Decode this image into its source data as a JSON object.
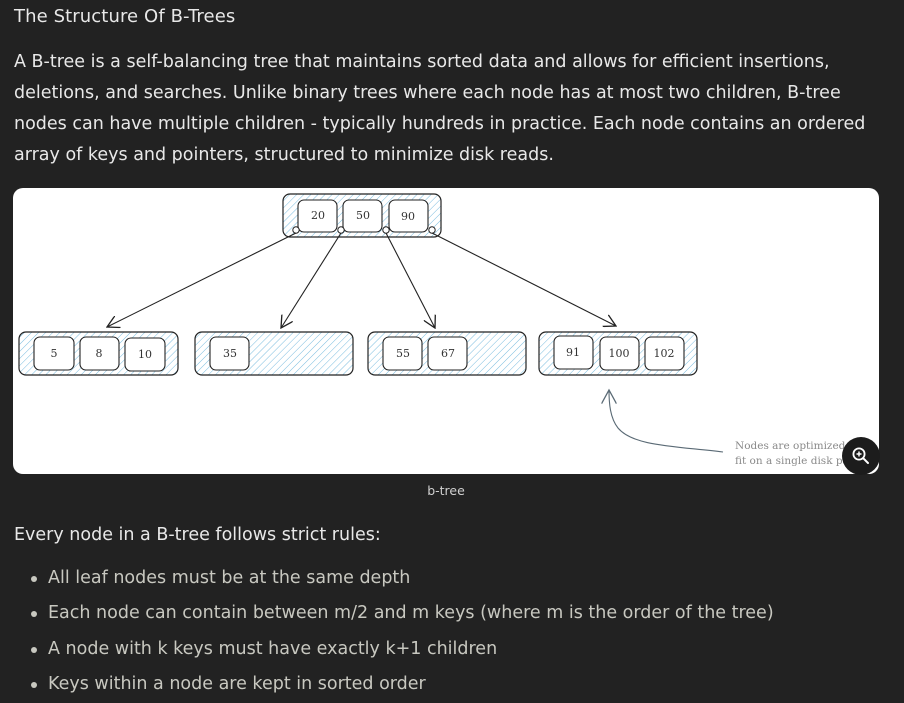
{
  "title": "The Structure Of B-Trees",
  "intro": "A B-tree is a self-balancing tree that maintains sorted data and allows for efficient insertions, deletions, and searches. Unlike binary trees where each node has at most two children, B-tree nodes can have multiple children - typically hundreds in practice. Each node contains an ordered array of keys and pointers, structured to minimize disk reads.",
  "figure": {
    "caption": "b-tree",
    "root_keys": [
      "20",
      "50",
      "90"
    ],
    "leaves": [
      {
        "keys": [
          "5",
          "8",
          "10"
        ]
      },
      {
        "keys": [
          "35"
        ]
      },
      {
        "keys": [
          "55",
          "67"
        ]
      },
      {
        "keys": [
          "91",
          "100",
          "102"
        ]
      }
    ],
    "note_lines": [
      "Nodes are optimized to",
      "fit on a single disk page"
    ],
    "hatch_color": "#3a9ccf",
    "zoom_icon": "zoom-in-icon"
  },
  "rules_intro": "Every node in a B-tree follows strict rules:",
  "rules": [
    "All leaf nodes must be at the same depth",
    "Each node can contain between m/2 and m keys (where m is the order of the tree)",
    "A node with k keys must have exactly k+1 children",
    "Keys within a node are kept in sorted order"
  ]
}
